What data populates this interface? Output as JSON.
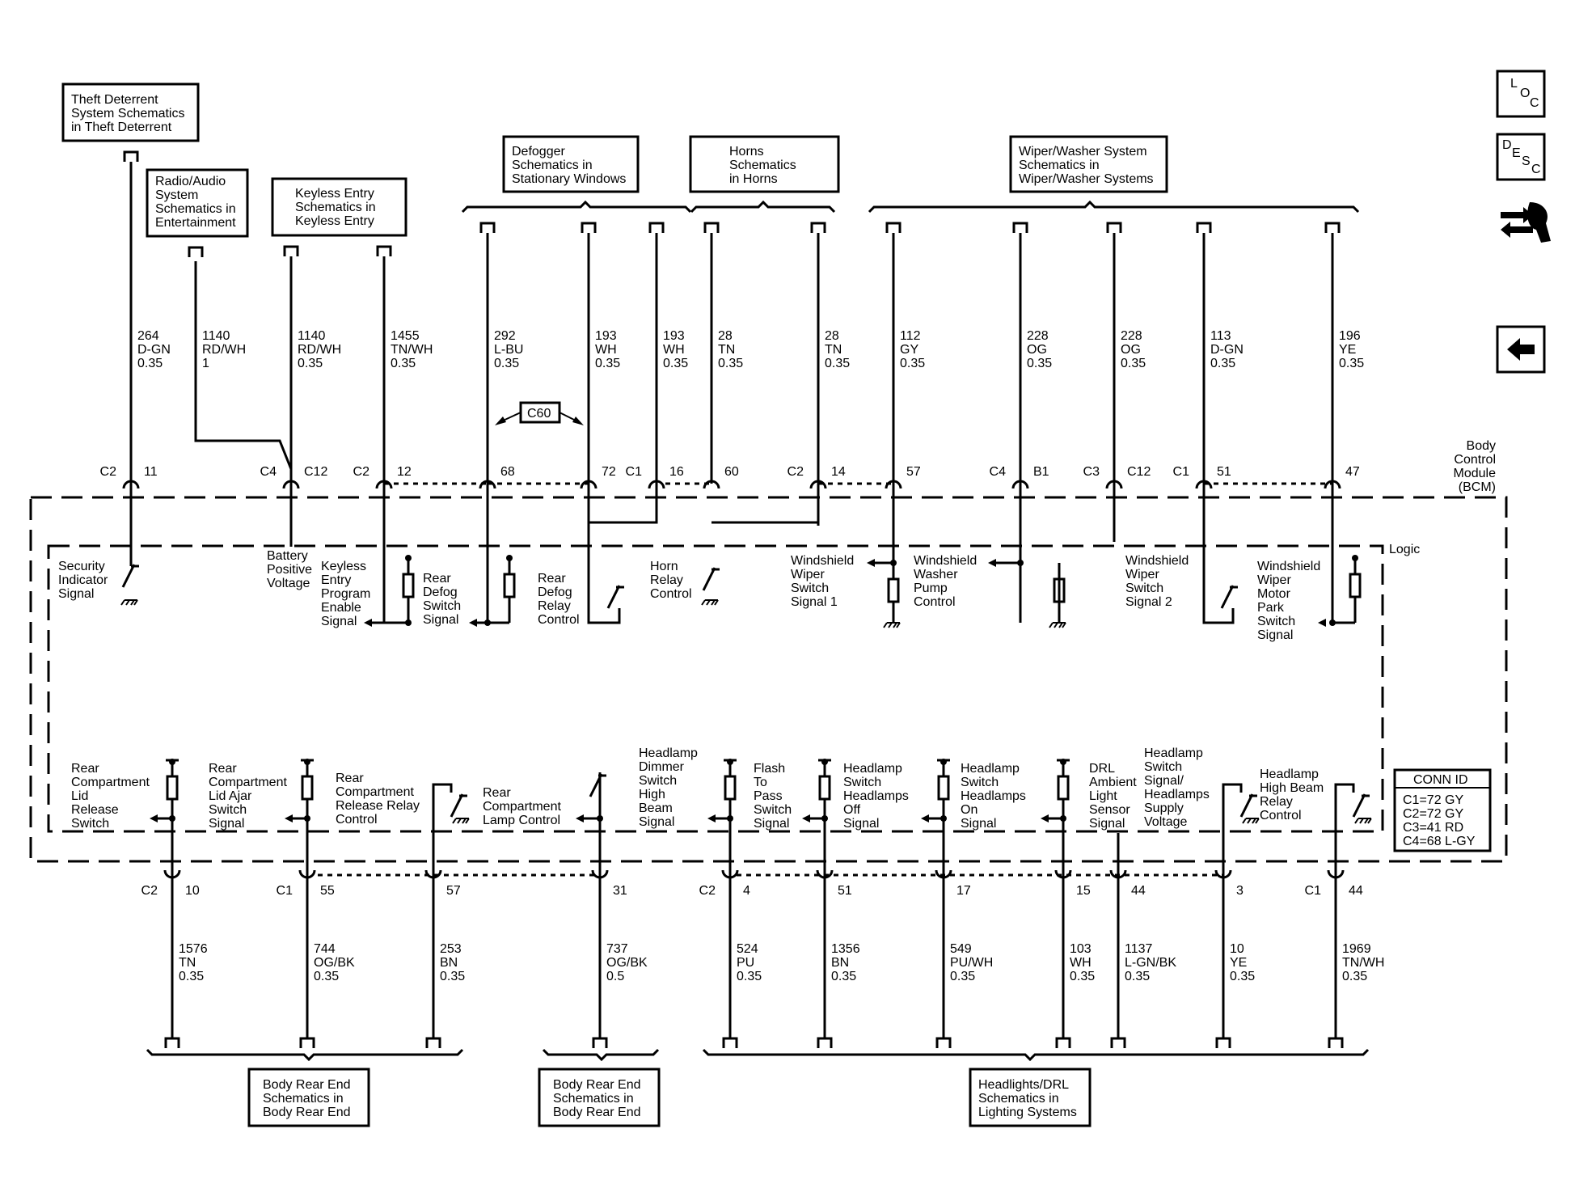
{
  "refs": {
    "theft": [
      "Theft Deterrent",
      "System Schematics",
      "in Theft Deterrent"
    ],
    "radio": [
      "Radio/Audio",
      "System",
      "Schematics in",
      "Entertainment"
    ],
    "keyless": [
      "Keyless Entry",
      "Schematics in",
      "Keyless Entry"
    ],
    "defogger": [
      "Defogger",
      "Schematics in",
      "Stationary Windows"
    ],
    "horns": [
      "Horns",
      "Schematics",
      "in Horns"
    ],
    "wiper": [
      "Wiper/Washer System",
      "Schematics in",
      "Wiper/Washer Systems"
    ],
    "body1": [
      "Body Rear End",
      "Schematics in",
      "Body Rear End"
    ],
    "body2": [
      "Body Rear End",
      "Schematics in",
      "Body Rear End"
    ],
    "headlights": [
      "Headlights/DRL",
      "Schematics in",
      "Lighting Systems"
    ]
  },
  "nav": {
    "loc": [
      "L",
      "O",
      "C"
    ],
    "desc": [
      "D",
      "E",
      "S",
      "C"
    ]
  },
  "module": {
    "name": [
      "Body",
      "Control",
      "Module",
      "(BCM)"
    ],
    "logic": "Logic",
    "inline_connector": "C60"
  },
  "conn_id": {
    "title": "CONN ID",
    "lines": [
      "C1=72 GY",
      "C2=72 GY",
      "C3=41 RD",
      "C4=68 L-GY"
    ]
  },
  "top_wires": [
    {
      "circuit": "264",
      "color": "D-GN",
      "size": "0.35"
    },
    {
      "circuit": "1140",
      "color": "RD/WH",
      "size": "1"
    },
    {
      "circuit": "1140",
      "color": "RD/WH",
      "size": "0.35"
    },
    {
      "circuit": "1455",
      "color": "TN/WH",
      "size": "0.35"
    },
    {
      "circuit": "292",
      "color": "L-BU",
      "size": "0.35"
    },
    {
      "circuit": "193",
      "color": "WH",
      "size": "0.35"
    },
    {
      "circuit": "193",
      "color": "WH",
      "size": "0.35"
    },
    {
      "circuit": "28",
      "color": "TN",
      "size": "0.35"
    },
    {
      "circuit": "28",
      "color": "TN",
      "size": "0.35"
    },
    {
      "circuit": "112",
      "color": "GY",
      "size": "0.35"
    },
    {
      "circuit": "228",
      "color": "OG",
      "size": "0.35"
    },
    {
      "circuit": "228",
      "color": "OG",
      "size": "0.35"
    },
    {
      "circuit": "113",
      "color": "D-GN",
      "size": "0.35"
    },
    {
      "circuit": "196",
      "color": "YE",
      "size": "0.35"
    }
  ],
  "top_pins": [
    {
      "conn": "C2",
      "pin": "11"
    },
    {
      "conn": "C4",
      "pin": "C12"
    },
    {
      "conn": "C2",
      "pin": "12"
    },
    {
      "conn": "",
      "pin": "68"
    },
    {
      "conn": "",
      "pin": "72"
    },
    {
      "conn": "C1",
      "pin": "16"
    },
    {
      "conn": "",
      "pin": "60"
    },
    {
      "conn": "C2",
      "pin": "14"
    },
    {
      "conn": "",
      "pin": "57"
    },
    {
      "conn": "C4",
      "pin": "B1"
    },
    {
      "conn": "C3",
      "pin": "C12"
    },
    {
      "conn": "C1",
      "pin": "51"
    },
    {
      "conn": "",
      "pin": "47"
    }
  ],
  "top_functions": [
    [
      "Security",
      "Indicator",
      "Signal"
    ],
    [
      "Battery",
      "Positive",
      "Voltage"
    ],
    [
      "Keyless",
      "Entry",
      "Program",
      "Enable",
      "Signal"
    ],
    [
      "Rear",
      "Defog",
      "Switch",
      "Signal"
    ],
    [
      "Rear",
      "Defog",
      "Relay",
      "Control"
    ],
    [
      "Horn",
      "Relay",
      "Control"
    ],
    [
      "Windshield",
      "Wiper",
      "Switch",
      "Signal 1"
    ],
    [
      "Windshield",
      "Washer",
      "Pump",
      "Control"
    ],
    [
      "Windshield",
      "Wiper",
      "Switch",
      "Signal 2"
    ],
    [
      "Windshield",
      "Wiper",
      "Motor",
      "Park",
      "Switch",
      "Signal"
    ]
  ],
  "bottom_functions": [
    [
      "Rear",
      "Compartment",
      "Lid",
      "Release",
      "Switch"
    ],
    [
      "Rear",
      "Compartment",
      "Lid Ajar",
      "Switch",
      "Signal"
    ],
    [
      "Rear",
      "Compartment",
      "Release Relay",
      "Control"
    ],
    [
      "Rear",
      "Compartment",
      "Lamp Control"
    ],
    [
      "Headlamp",
      "Dimmer",
      "Switch",
      "High",
      "Beam",
      "Signal"
    ],
    [
      "Flash",
      "To",
      "Pass",
      "Switch",
      "Signal"
    ],
    [
      "Headlamp",
      "Switch",
      "Headlamps",
      "Off",
      "Signal"
    ],
    [
      "Headlamp",
      "Switch",
      "Headlamps",
      "On",
      "Signal"
    ],
    [
      "DRL",
      "Ambient",
      "Light",
      "Sensor",
      "Signal"
    ],
    [
      "Headlamp",
      "Switch",
      "Signal/",
      "Headlamps",
      "Supply",
      "Voltage"
    ],
    [
      "Headlamp",
      "High Beam",
      "Relay",
      "Control"
    ]
  ],
  "bottom_pins": [
    {
      "conn": "C2",
      "pin": "10"
    },
    {
      "conn": "C1",
      "pin": "55"
    },
    {
      "conn": "",
      "pin": "57"
    },
    {
      "conn": "",
      "pin": "31"
    },
    {
      "conn": "C2",
      "pin": "4"
    },
    {
      "conn": "",
      "pin": "51"
    },
    {
      "conn": "",
      "pin": "17"
    },
    {
      "conn": "",
      "pin": "15"
    },
    {
      "conn": "",
      "pin": "44"
    },
    {
      "conn": "",
      "pin": "3"
    },
    {
      "conn": "C1",
      "pin": "44"
    }
  ],
  "bottom_wires": [
    {
      "circuit": "1576",
      "color": "TN",
      "size": "0.35"
    },
    {
      "circuit": "744",
      "color": "OG/BK",
      "size": "0.35"
    },
    {
      "circuit": "253",
      "color": "BN",
      "size": "0.35"
    },
    {
      "circuit": "737",
      "color": "OG/BK",
      "size": "0.5"
    },
    {
      "circuit": "524",
      "color": "PU",
      "size": "0.35"
    },
    {
      "circuit": "1356",
      "color": "BN",
      "size": "0.35"
    },
    {
      "circuit": "549",
      "color": "PU/WH",
      "size": "0.35"
    },
    {
      "circuit": "103",
      "color": "WH",
      "size": "0.35"
    },
    {
      "circuit": "1137",
      "color": "L-GN/BK",
      "size": "0.35"
    },
    {
      "circuit": "10",
      "color": "YE",
      "size": "0.35"
    },
    {
      "circuit": "1969",
      "color": "TN/WH",
      "size": "0.35"
    }
  ]
}
